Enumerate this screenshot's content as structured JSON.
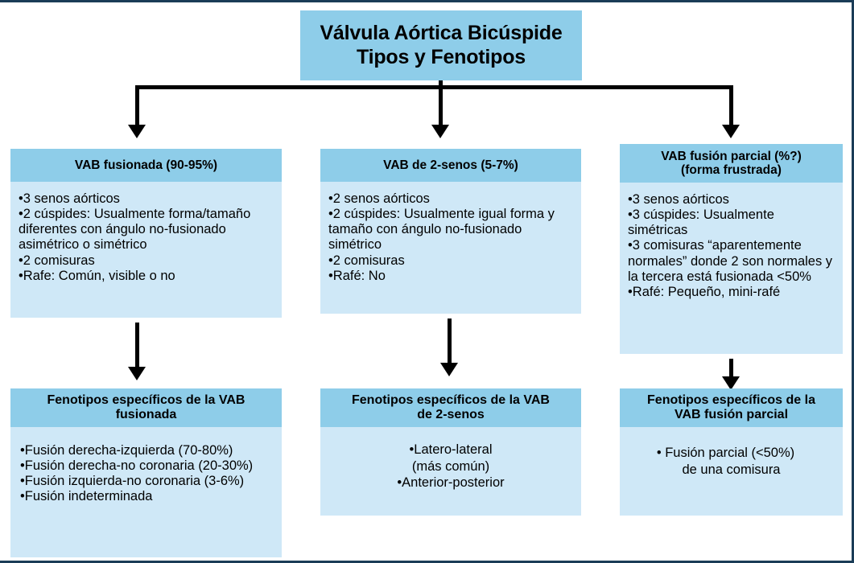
{
  "title": {
    "line1": "Válvula Aórtica Bicúspide",
    "line2": "Tipos y Fenotipos"
  },
  "colors": {
    "header_blue": "#8ecde9",
    "body_blue": "#cfe8f7",
    "border_navy": "#1a3c57",
    "text": "#000000"
  },
  "columns": [
    {
      "header": "VAB fusionada (90-95%)",
      "items": [
        "•3 senos aórticos",
        "•2 cúspides: Usualmente forma/tamaño diferentes con ángulo no-fusionado asimétrico o simétrico",
        "•2 comisuras",
        "•Rafe: Común, visible o no"
      ]
    },
    {
      "header": "VAB de 2-senos (5-7%)",
      "items": [
        "•2 senos aórticos",
        "•2 cúspides: Usualmente igual forma y tamaño con ángulo no-fusionado simétrico",
        "•2 comisuras",
        "•Rafé: No"
      ]
    },
    {
      "header_line1": "VAB fusión parcial (%?)",
      "header_line2": "(forma frustrada)",
      "items": [
        "•3 senos aórticos",
        "•3 cúspides: Usualmente simétricas",
        "•3 comisuras “aparentemente normales” donde 2 son normales y la tercera está fusionada <50%",
        "•Rafé: Pequeño, mini-rafé"
      ]
    }
  ],
  "phenotypes": [
    {
      "header_line1": "Fenotipos específicos de la VAB",
      "header_line2": "fusionada",
      "items": [
        "•Fusión derecha-izquierda (70-80%)",
        "•Fusión derecha-no coronaria (20-30%)",
        "•Fusión izquierda-no coronaria (3-6%)",
        "•Fusión indeterminada"
      ]
    },
    {
      "header_line1": "Fenotipos específicos de la VAB",
      "header_line2": "de 2-senos",
      "items": [
        "•Latero-lateral",
        "(más común)",
        "•Anterior-posterior"
      ]
    },
    {
      "header_line1": "Fenotipos específicos de la",
      "header_line2": "VAB fusión parcial",
      "items": [
        "•  Fusión parcial (<50%)",
        "de una comisura"
      ]
    }
  ]
}
